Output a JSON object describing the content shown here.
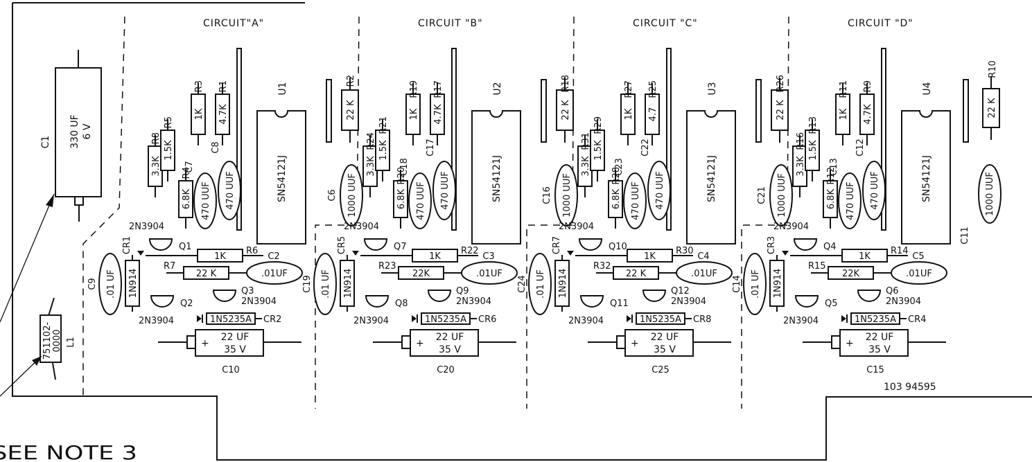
{
  "circuits": [
    {
      "title": "CIRCUIT\"A\"",
      "ic": {
        "ref": "U1",
        "part": "SN54121J"
      },
      "r_a": {
        "ref": "R8",
        "val": "3.3K"
      },
      "r_b": {
        "ref": "R5",
        "val": "1.5K"
      },
      "r_c": {
        "ref": "R3",
        "val": "1K"
      },
      "r_d": {
        "ref": "R1",
        "val": "4.7K"
      },
      "r_e": {
        "ref": "R4",
        "val": "6.8K"
      },
      "c_a": {
        "ref": "C7",
        "val": "470 UUF"
      },
      "c_b": {
        "ref": "C8",
        "val": "470 UUF"
      },
      "r_pull": null,
      "c_big": null,
      "q_top": {
        "ref": "Q1",
        "part": "2N3904"
      },
      "q_bl": {
        "ref": "Q2",
        "part": "2N3904"
      },
      "q_br": {
        "ref": "Q3",
        "part": "2N3904"
      },
      "r_1k": {
        "ref": "R6",
        "val": "1K"
      },
      "r_22k": {
        "ref": "R7",
        "val": "22 K"
      },
      "c_01": {
        "ref": "C2",
        "val": ".01UF"
      },
      "c_side": {
        "ref": "C9",
        "val": ".01 UF"
      },
      "diode": {
        "ref": "CR1",
        "part": "1N914"
      },
      "zener": {
        "ref": "CR2",
        "part": "1N5235A"
      },
      "c_elec": {
        "ref": "C10",
        "val": "22 UF",
        "volt": "35 V"
      }
    },
    {
      "title": "CIRCUIT \"B\"",
      "ic": {
        "ref": "U2",
        "part": "SN54121J"
      },
      "r_a": {
        "ref": "R24",
        "val": "3.3K"
      },
      "r_b": {
        "ref": "R21",
        "val": "1.5K"
      },
      "r_c": {
        "ref": "R19",
        "val": "1K"
      },
      "r_d": {
        "ref": "R17",
        "val": "4.7K"
      },
      "r_e": {
        "ref": "R20",
        "val": "6.8K"
      },
      "c_a": {
        "ref": "C18",
        "val": "470 UUF"
      },
      "c_b": {
        "ref": "C17",
        "val": "470 UUF"
      },
      "r_pull": {
        "ref": "R2",
        "val": "22 K"
      },
      "c_big": {
        "ref": "C6",
        "val": "1000 UUF"
      },
      "q_top": {
        "ref": "Q7",
        "part": "2N3904"
      },
      "q_bl": {
        "ref": "Q8",
        "part": "2N3904"
      },
      "q_br": {
        "ref": "Q9",
        "part": "2N3904"
      },
      "r_1k": {
        "ref": "R22",
        "val": "1K"
      },
      "r_22k": {
        "ref": "R23",
        "val": "22K"
      },
      "c_01": {
        "ref": "C3",
        "val": ".01UF"
      },
      "c_side": {
        "ref": "C19",
        "val": ".01 UF"
      },
      "diode": {
        "ref": "CR5",
        "part": "1N914"
      },
      "zener": {
        "ref": "CR6",
        "part": "1N5235A"
      },
      "c_elec": {
        "ref": "C20",
        "val": "22 UF",
        "volt": "35 V"
      }
    },
    {
      "title": "CIRCUIT  \"C\"",
      "ic": {
        "ref": "U3",
        "part": "SN54121J"
      },
      "r_a": {
        "ref": "R31",
        "val": "3.3K"
      },
      "r_b": {
        "ref": "R29",
        "val": "1.5K"
      },
      "r_c": {
        "ref": "R27",
        "val": "1K"
      },
      "r_d": {
        "ref": "R25",
        "val": "4.7"
      },
      "r_e": {
        "ref": "R28",
        "val": "6.8K"
      },
      "c_a": {
        "ref": "C23",
        "val": "470 UUF"
      },
      "c_b": {
        "ref": "C22",
        "val": "470 UUF"
      },
      "r_pull": {
        "ref": "R18",
        "val": "22 K"
      },
      "c_big": {
        "ref": "C16",
        "val": "1000 UUF"
      },
      "q_top": {
        "ref": "Q10",
        "part": "2N3904"
      },
      "q_bl": {
        "ref": "Q11",
        "part": "2N3904"
      },
      "q_br": {
        "ref": "Q12",
        "part": "2N3904"
      },
      "r_1k": {
        "ref": "R30",
        "val": "1K"
      },
      "r_22k": {
        "ref": "R32",
        "val": "22 K"
      },
      "c_01": {
        "ref": "C4",
        "val": ".01UF"
      },
      "c_side": {
        "ref": "C24",
        "val": ".01 UF"
      },
      "diode": {
        "ref": "CR7",
        "part": "1N914"
      },
      "zener": {
        "ref": "CR8",
        "part": "1N5235A"
      },
      "c_elec": {
        "ref": "C25",
        "val": "22 UF",
        "volt": "35 V"
      }
    },
    {
      "title": "CIRCUIT  \"D\"",
      "ic": {
        "ref": "U4",
        "part": "SN54121J"
      },
      "r_a": {
        "ref": "R16",
        "val": "3.3K"
      },
      "r_b": {
        "ref": "R13",
        "val": "1.5K"
      },
      "r_c": {
        "ref": "R11",
        "val": "1K"
      },
      "r_d": {
        "ref": "R9",
        "val": "4.7K"
      },
      "r_e": {
        "ref": "R12",
        "val": "6.8K"
      },
      "c_a": {
        "ref": "C13",
        "val": "470 UUF"
      },
      "c_b": {
        "ref": "C12",
        "val": "470 UUF"
      },
      "r_pull": {
        "ref": "R26",
        "val": "22 K"
      },
      "c_big": {
        "ref": "C21",
        "val": "1000 UUF"
      },
      "q_top": {
        "ref": "Q4",
        "part": "2N3904"
      },
      "q_bl": {
        "ref": "Q5",
        "part": "2N3904"
      },
      "q_br": {
        "ref": "Q6",
        "part": "2N3904"
      },
      "r_1k": {
        "ref": "R14",
        "val": "1K"
      },
      "r_22k": {
        "ref": "R15",
        "val": "22K"
      },
      "c_01": {
        "ref": "C5",
        "val": ".01UF"
      },
      "c_side": {
        "ref": "C14",
        "val": ".01 UF"
      },
      "diode": {
        "ref": "CR3",
        "part": "1N914"
      },
      "zener": {
        "ref": "CR4",
        "part": "1N5235A"
      },
      "c_elec": {
        "ref": "C15",
        "val": "22 UF",
        "volt": "35 V"
      }
    }
  ],
  "extra": {
    "r10": {
      "ref": "R10",
      "val": "22 K"
    },
    "c11": {
      "ref": "C11",
      "val": "1000 UUF"
    }
  },
  "c1": {
    "ref": "C1",
    "val": "330 UF",
    "volt": "6 V"
  },
  "l1": {
    "ref": "L1",
    "part1": "751102-",
    "part2": "0000"
  },
  "board_number": "103 94595",
  "note": "SEE NOTE 3"
}
